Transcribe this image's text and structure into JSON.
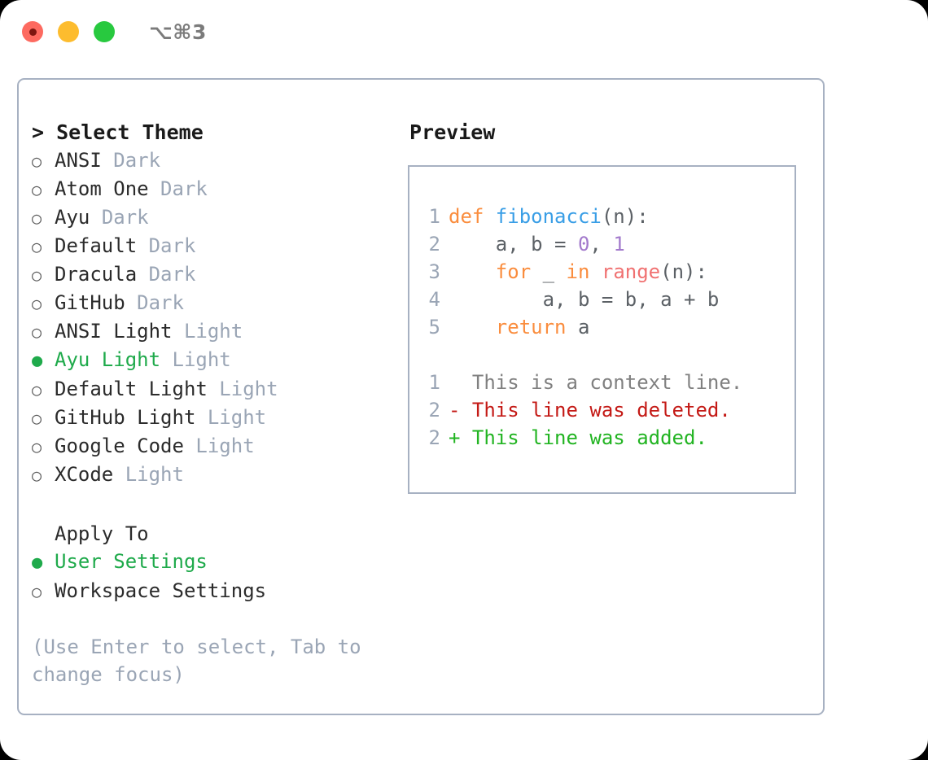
{
  "titlebar": {
    "shortcut": "⌥⌘3",
    "lights": [
      {
        "name": "close",
        "color": "#fd6a60"
      },
      {
        "name": "minimize",
        "color": "#fdbc2e"
      },
      {
        "name": "maximize",
        "color": "#28c93f"
      }
    ]
  },
  "theme_picker": {
    "caret": ">",
    "title": "Select Theme",
    "bullet_off": "○",
    "bullet_on": "●",
    "items": [
      {
        "label": "ANSI",
        "tag": "Dark",
        "selected": false
      },
      {
        "label": "Atom One",
        "tag": "Dark",
        "selected": false
      },
      {
        "label": "Ayu",
        "tag": "Dark",
        "selected": false
      },
      {
        "label": "Default",
        "tag": "Dark",
        "selected": false
      },
      {
        "label": "Dracula",
        "tag": "Dark",
        "selected": false
      },
      {
        "label": "GitHub",
        "tag": "Dark",
        "selected": false
      },
      {
        "label": "ANSI Light",
        "tag": "Light",
        "selected": false
      },
      {
        "label": "Ayu Light",
        "tag": "Light",
        "selected": true
      },
      {
        "label": "Default Light",
        "tag": "Light",
        "selected": false
      },
      {
        "label": "GitHub Light",
        "tag": "Light",
        "selected": false
      },
      {
        "label": "Google Code",
        "tag": "Light",
        "selected": false
      },
      {
        "label": "XCode",
        "tag": "Light",
        "selected": false
      }
    ]
  },
  "apply_to": {
    "title": "Apply To",
    "items": [
      {
        "label": "User Settings",
        "selected": true
      },
      {
        "label": "Workspace Settings",
        "selected": false
      }
    ]
  },
  "hint": "(Use Enter to select, Tab to change focus)",
  "preview": {
    "title": "Preview",
    "code_lines": [
      {
        "number": "1",
        "tokens": [
          {
            "text": "def ",
            "kind": "kw"
          },
          {
            "text": "fibonacci",
            "kind": "fn"
          },
          {
            "text": "(n):",
            "kind": "plain"
          }
        ]
      },
      {
        "number": "2",
        "tokens": [
          {
            "text": "    a, b = ",
            "kind": "plain"
          },
          {
            "text": "0",
            "kind": "num"
          },
          {
            "text": ", ",
            "kind": "plain"
          },
          {
            "text": "1",
            "kind": "num"
          }
        ]
      },
      {
        "number": "3",
        "tokens": [
          {
            "text": "    ",
            "kind": "plain"
          },
          {
            "text": "for",
            "kind": "kw"
          },
          {
            "text": " _ ",
            "kind": "plain"
          },
          {
            "text": "in",
            "kind": "kw"
          },
          {
            "text": " ",
            "kind": "plain"
          },
          {
            "text": "range",
            "kind": "call"
          },
          {
            "text": "(n):",
            "kind": "plain"
          }
        ]
      },
      {
        "number": "4",
        "tokens": [
          {
            "text": "        a, b = b, a + b",
            "kind": "plain"
          }
        ]
      },
      {
        "number": "5",
        "tokens": [
          {
            "text": "    ",
            "kind": "plain"
          },
          {
            "text": "return",
            "kind": "kw"
          },
          {
            "text": " a",
            "kind": "plain"
          }
        ]
      }
    ],
    "diff_lines": [
      {
        "number": "1",
        "marker": "  ",
        "text": "This is a context line.",
        "kind": "ctx"
      },
      {
        "number": "2",
        "marker": "- ",
        "text": "This line was deleted.",
        "kind": "del"
      },
      {
        "number": "2",
        "marker": "+ ",
        "text": "This line was added.",
        "kind": "add"
      }
    ]
  },
  "colors": {
    "accent_green": "#1faa4b",
    "tag_gray": "#9aa5b5",
    "border": "#a7b1c2",
    "kw_orange": "#fa8d3e",
    "fn_blue": "#399ee6",
    "num_purple": "#a37acc",
    "call_red": "#f07171",
    "diff_del": "#c41a16",
    "diff_add": "#22b422"
  }
}
